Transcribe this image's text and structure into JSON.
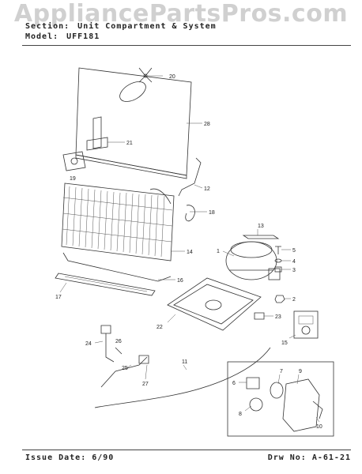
{
  "watermark": "AppliancePartsPros.com",
  "header": {
    "section_label": "Section:",
    "section_value": "Unit Compartment & System",
    "model_label": "Model:",
    "model_value": "UFF181"
  },
  "footer": {
    "issue_date": "Issue Date: 6/90",
    "drawing_no": "Drw No: A-61-21"
  },
  "callouts": {
    "c1": "1",
    "c2": "2",
    "c3": "3",
    "c4": "4",
    "c5": "5",
    "c6": "6",
    "c7": "7",
    "c8": "8",
    "c9": "9",
    "c10": "10",
    "c11": "11",
    "c12": "12",
    "c13": "13",
    "c14": "14",
    "c15": "15",
    "c16": "16",
    "c17": "17",
    "c18": "18",
    "c19": "19",
    "c20": "20",
    "c21": "21",
    "c22": "22",
    "c23": "23",
    "c24": "24",
    "c25": "25",
    "c26": "26",
    "c27": "27",
    "c28": "28"
  }
}
